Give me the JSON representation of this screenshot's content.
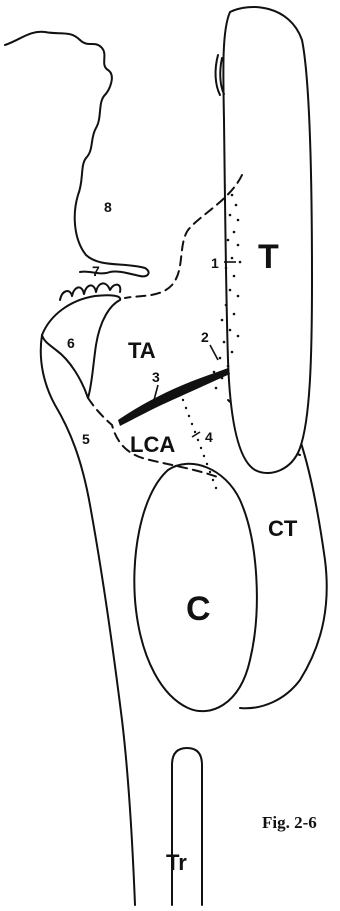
{
  "figure": {
    "caption": "Fig. 2-6",
    "structures": {
      "T": "T",
      "CT": "CT",
      "C": "C",
      "Tr": "Tr",
      "TA": "TA",
      "LCA": "LCA"
    },
    "numbers": {
      "n1": "1",
      "n2": "2",
      "n3": "3",
      "n4": "4",
      "n5": "5",
      "n6": "6",
      "n7": "7",
      "n8": "8"
    }
  }
}
